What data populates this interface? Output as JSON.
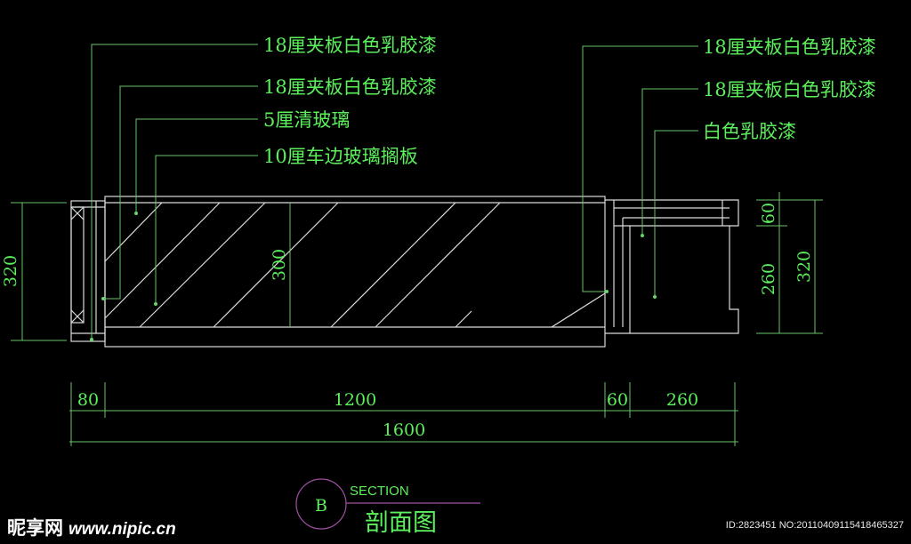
{
  "labels_left": [
    "18厘夹板白色乳胶漆",
    "18厘夹板白色乳胶漆",
    "5厘清玻璃",
    "10厘车边玻璃搁板"
  ],
  "labels_right": [
    "18厘夹板白色乳胶漆",
    "18厘夹板白色乳胶漆",
    "白色乳胶漆"
  ],
  "dimensions": {
    "left_height": "320",
    "glass_height": "300",
    "right_top": "60",
    "right_bottom": "260",
    "right_total": "320",
    "bottom_segments": [
      "80",
      "1200",
      "60",
      "260"
    ],
    "total_width": "1600"
  },
  "section": {
    "letter": "B",
    "title": "SECTION",
    "subtitle": "剖面图"
  },
  "watermark": {
    "logo": "昵享网",
    "url": "www.nipic.cn",
    "id": "ID:2823451 NO:20110409115418465327"
  },
  "colors": {
    "text": "#5cf05c",
    "lines": "#d8dcd8",
    "section_circle": "#a050a0"
  }
}
